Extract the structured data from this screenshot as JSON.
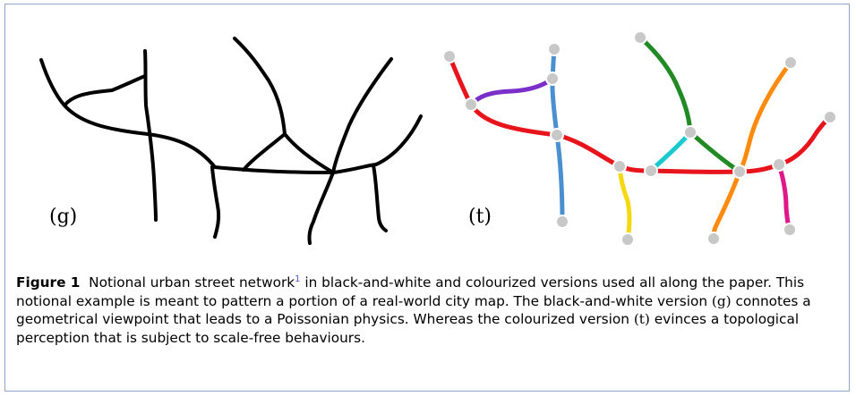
{
  "figure": {
    "label_g": "(g)",
    "label_t": "(t)",
    "caption": {
      "fig_label": "Figure 1",
      "part1": "Notional urban street network",
      "footnote": "1",
      "part2": " in black-and-white and colourized versions used all along the paper. This notional example is meant to pattern a portion of a real-world city map. The black-and-white version ",
      "math_g": "(g)",
      "part3": " connotes a geometrical viewpoint that leads to a Poissonian physics. Whereas the colourized version ",
      "math_t": "(t)",
      "part4": " evinces a topological perception that is subject to scale-free behaviours."
    }
  },
  "colors": {
    "frame": "#8fa7c4",
    "street_bw": "#000000",
    "red": "#e8141b",
    "purple": "#7b2fc9",
    "blue": "#4a8fd0",
    "green": "#218a25",
    "cyan": "#19c9d0",
    "yellow": "#f5d80f",
    "orange": "#ff8a0d",
    "pink": "#e0188a",
    "node": "#c8c8c8"
  }
}
